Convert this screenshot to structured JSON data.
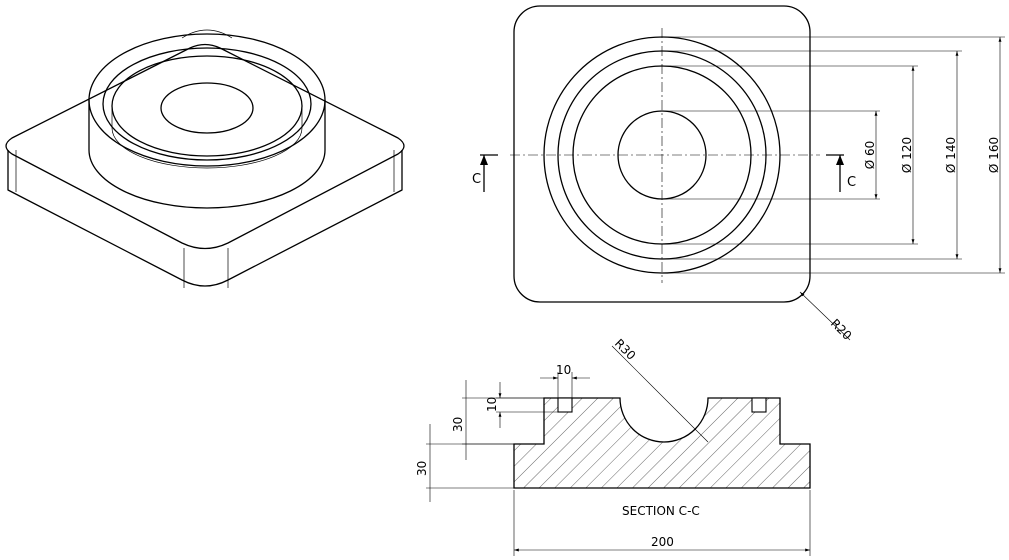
{
  "section": {
    "label": "SECTION C-C",
    "marker": "C"
  },
  "dimensions": {
    "d60": "Ø 60",
    "d120": "Ø 120",
    "d140": "Ø 140",
    "d160": "Ø 160",
    "r20": "R20",
    "r30": "R30",
    "w10_top": "10",
    "h10": "10",
    "h30_upper": "30",
    "h30_lower": "30",
    "w200": "200"
  }
}
